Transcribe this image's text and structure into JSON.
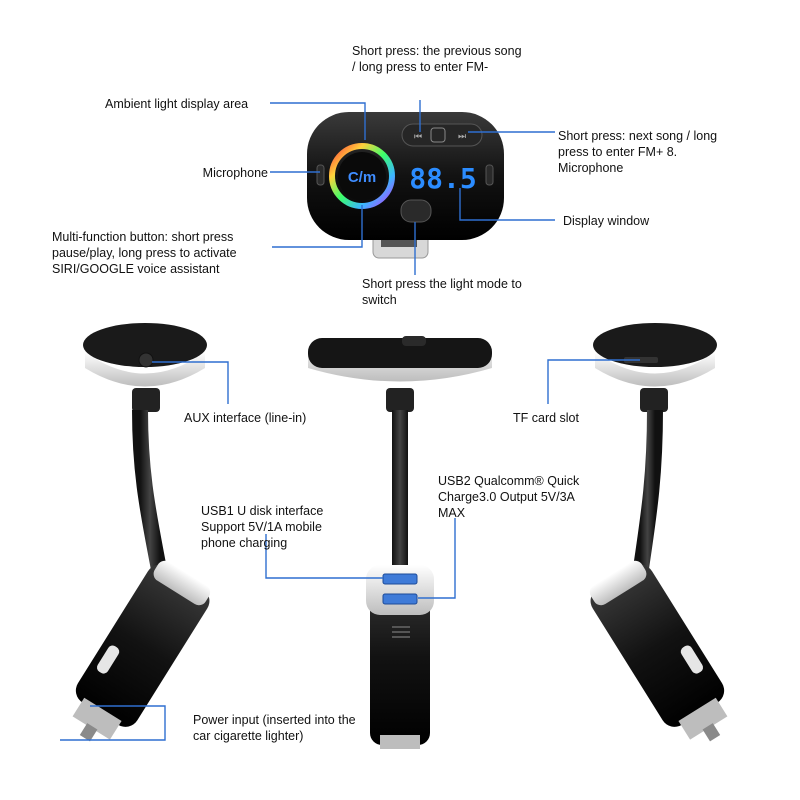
{
  "labels": {
    "prev_song": "Short press: the previous song / long press to enter FM-",
    "ambient": "Ambient light display area",
    "next_song": "Short press: next song / long press to enter FM+ 8. Microphone",
    "microphone": "Microphone",
    "display": "Display window",
    "multi_button": "Multi-function button: short press pause/play, long press to activate SIRI/GOOGLE voice assistant",
    "light_mode": "Short press the light mode to switch",
    "aux": "AUX interface (line-in)",
    "tf": "TF card slot",
    "usb2": "USB2 Qualcomm® Quick Charge3.0 Output 5V/3A MAX",
    "usb1": "USB1 U disk interface Support 5V/1A mobile phone charging",
    "power": "Power input (inserted into the car cigarette lighter)"
  },
  "device": {
    "display_value": "88.5",
    "logo_text": "C/m"
  },
  "colors": {
    "callout_line": "#2f6fd0",
    "display_digits": "#2b8cff",
    "body": "#141414",
    "trim": "#e9e9e9"
  },
  "icons": {
    "prev": "prev-track-icon",
    "next": "next-track-icon"
  }
}
